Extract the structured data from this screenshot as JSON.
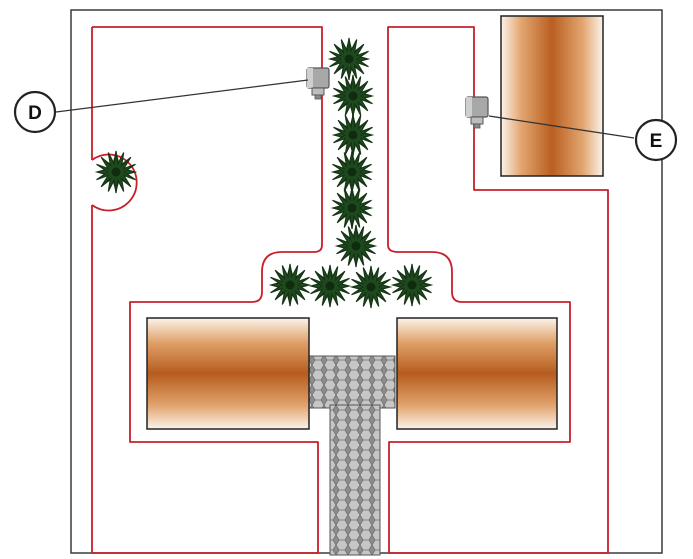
{
  "diagram": {
    "description_labels": [
      {
        "id": "D",
        "text": "D"
      },
      {
        "id": "E",
        "text": "E"
      }
    ],
    "colors": {
      "boundary_wire": "#c8202a",
      "lawn_border": "#333333",
      "shrub": "#1f4a1f",
      "wood_dark": "#b35a1c",
      "wood_light": "#ffffff",
      "paving": "#9a9a9a",
      "sensor": "#a5a5a5"
    },
    "icons": [
      "sensor-d-icon",
      "sensor-e-icon",
      "shrub-icon",
      "building-icon",
      "paving-icon"
    ]
  }
}
